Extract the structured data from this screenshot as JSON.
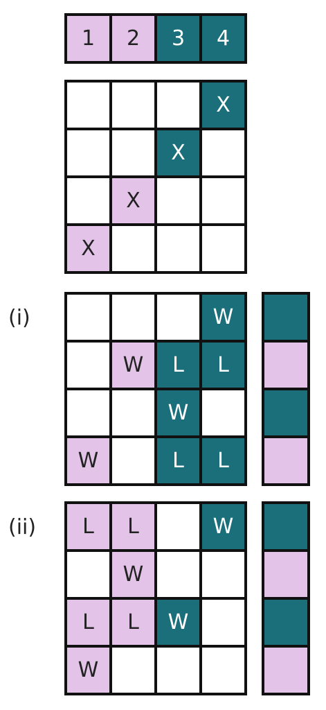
{
  "colors": {
    "pink": "#E3C4E8",
    "teal": "#1B6F7A",
    "empty": "#FFFFFF"
  },
  "header": {
    "cells": [
      {
        "text": "1",
        "color": "pink"
      },
      {
        "text": "2",
        "color": "pink"
      },
      {
        "text": "3",
        "color": "teal"
      },
      {
        "text": "4",
        "color": "teal"
      }
    ]
  },
  "board_x": {
    "rows": [
      [
        {
          "text": "",
          "color": "empty"
        },
        {
          "text": "",
          "color": "empty"
        },
        {
          "text": "",
          "color": "empty"
        },
        {
          "text": "X",
          "color": "teal"
        }
      ],
      [
        {
          "text": "",
          "color": "empty"
        },
        {
          "text": "",
          "color": "empty"
        },
        {
          "text": "X",
          "color": "teal"
        },
        {
          "text": "",
          "color": "empty"
        }
      ],
      [
        {
          "text": "",
          "color": "empty"
        },
        {
          "text": "X",
          "color": "pink"
        },
        {
          "text": "",
          "color": "empty"
        },
        {
          "text": "",
          "color": "empty"
        }
      ],
      [
        {
          "text": "X",
          "color": "pink"
        },
        {
          "text": "",
          "color": "empty"
        },
        {
          "text": "",
          "color": "empty"
        },
        {
          "text": "",
          "color": "empty"
        }
      ]
    ]
  },
  "case_i": {
    "label": "(i)",
    "rows": [
      [
        {
          "text": "",
          "color": "empty"
        },
        {
          "text": "",
          "color": "empty"
        },
        {
          "text": "",
          "color": "empty"
        },
        {
          "text": "W",
          "color": "teal"
        }
      ],
      [
        {
          "text": "",
          "color": "empty"
        },
        {
          "text": "W",
          "color": "pink"
        },
        {
          "text": "L",
          "color": "teal"
        },
        {
          "text": "L",
          "color": "teal"
        }
      ],
      [
        {
          "text": "",
          "color": "empty"
        },
        {
          "text": "",
          "color": "empty"
        },
        {
          "text": "W",
          "color": "teal"
        },
        {
          "text": "",
          "color": "empty"
        }
      ],
      [
        {
          "text": "W",
          "color": "pink"
        },
        {
          "text": "",
          "color": "empty"
        },
        {
          "text": "L",
          "color": "teal"
        },
        {
          "text": "L",
          "color": "teal"
        }
      ]
    ],
    "side": [
      "teal",
      "pink",
      "teal",
      "pink"
    ]
  },
  "case_ii": {
    "label": "(ii)",
    "rows": [
      [
        {
          "text": "L",
          "color": "pink"
        },
        {
          "text": "L",
          "color": "pink"
        },
        {
          "text": "",
          "color": "empty"
        },
        {
          "text": "W",
          "color": "teal"
        }
      ],
      [
        {
          "text": "",
          "color": "empty"
        },
        {
          "text": "W",
          "color": "pink"
        },
        {
          "text": "",
          "color": "empty"
        },
        {
          "text": "",
          "color": "empty"
        }
      ],
      [
        {
          "text": "L",
          "color": "pink"
        },
        {
          "text": "L",
          "color": "pink"
        },
        {
          "text": "W",
          "color": "teal"
        },
        {
          "text": "",
          "color": "empty"
        }
      ],
      [
        {
          "text": "W",
          "color": "pink"
        },
        {
          "text": "",
          "color": "empty"
        },
        {
          "text": "",
          "color": "empty"
        },
        {
          "text": "",
          "color": "empty"
        }
      ]
    ],
    "side": [
      "teal",
      "pink",
      "teal",
      "pink"
    ]
  }
}
